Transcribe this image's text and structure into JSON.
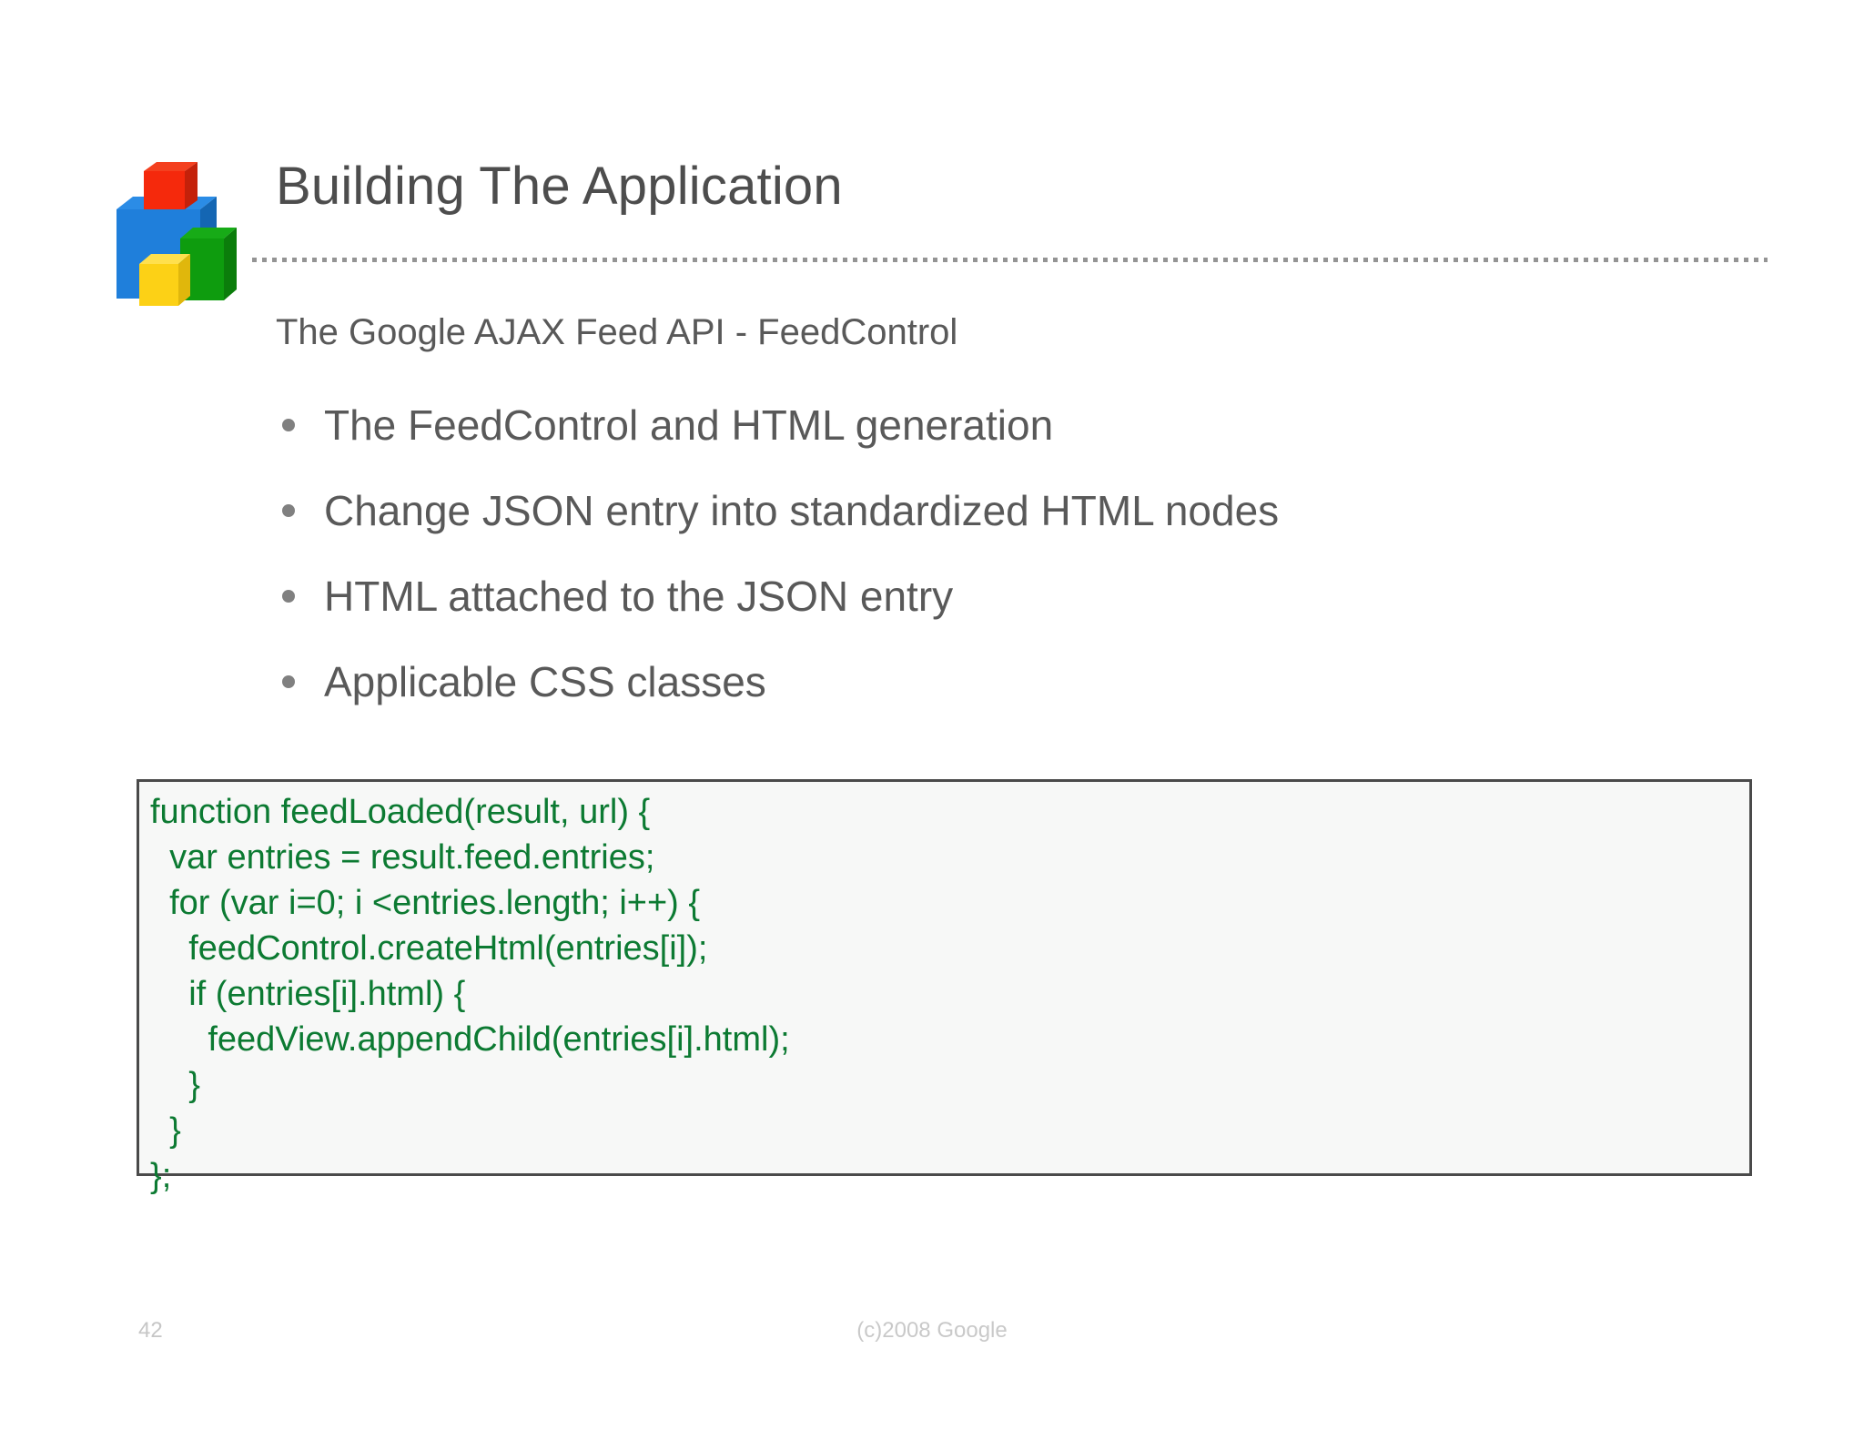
{
  "slide": {
    "title": "Building The Application",
    "subtitle": "The Google AJAX Feed API - FeedControl",
    "bullets": [
      {
        "text": "The FeedControl and HTML generation"
      },
      {
        "text": "Change JSON entry into standardized HTML nodes"
      },
      {
        "text": "HTML attached to the JSON entry"
      },
      {
        "text": "Applicable CSS classes"
      }
    ],
    "code": {
      "language": "javascript",
      "lines": [
        "function feedLoaded(result, url) {",
        "  var entries = result.feed.entries;",
        "  for (var i=0; i <entries.length; i++) {",
        "    feedControl.createHtml(entries[i]);",
        "    if (entries[i].html) {",
        "      feedView.appendChild(entries[i].html);",
        "    }",
        "  }",
        "};"
      ]
    },
    "footer": {
      "page_number": "42",
      "copyright": "(c)2008 Google"
    },
    "logo": {
      "name": "google-code-blocks-logo",
      "colors": {
        "red": "#f5290c",
        "red_shade": "#c4210a",
        "red_top": "#f4401f",
        "blue": "#1f7fdb",
        "blue_shade": "#1466b3",
        "blue_top": "#2b8ce6",
        "green": "#0e9c0e",
        "green_shade": "#0b7d0b",
        "green_top": "#17ab17",
        "yellow": "#fcd116",
        "yellow_shade": "#e0b70c",
        "yellow_top": "#ffe04d"
      }
    },
    "colors": {
      "title_text": "#4d4d4d",
      "body_text": "#595959",
      "bullet_dot": "#808080",
      "divider": "#949494",
      "code_text": "#0c7a32",
      "code_background": "#f7f8f7",
      "code_border": "#4a4a4a",
      "footer_text": "#c9c9c9",
      "page_background": "#ffffff"
    }
  }
}
